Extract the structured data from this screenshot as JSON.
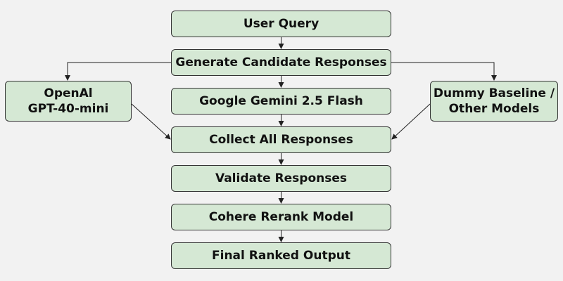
{
  "nodes": {
    "user_query": "User Query",
    "generate": "Generate Candidate Responses",
    "gemini": "Google Gemini 2.5 Flash",
    "collect": "Collect All Responses",
    "validate": "Validate Responses",
    "cohere": "Cohere Rerank Model",
    "final": "Final Ranked Output",
    "openai": "OpenAl\nGPT-40-mini",
    "dummy": "Dummy Baseline /\nOther Models"
  },
  "colors": {
    "node_fill": "#d5e8d4",
    "node_border": "#333333",
    "edge": "#222222",
    "background": "#f2f2f2"
  }
}
